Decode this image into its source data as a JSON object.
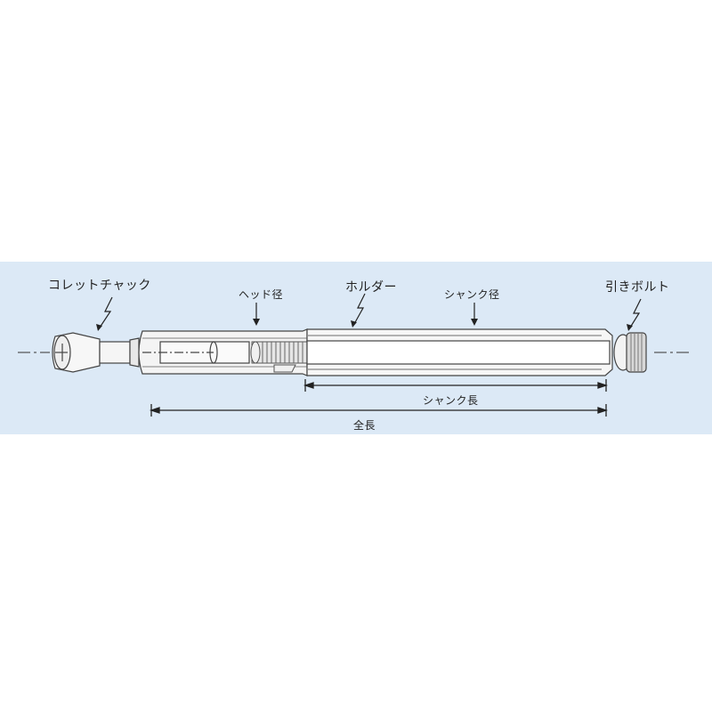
{
  "diagram": {
    "title": "",
    "background_color": "#dce9f6",
    "labels": {
      "collet_chuck": "コレットチャック",
      "head_diameter": "ヘッド径",
      "holder": "ホルダー",
      "shank_diameter": "シャンク径",
      "pull_bolt": "引きボルト",
      "shank_length": "シャンク長",
      "total_length": "全長"
    }
  }
}
